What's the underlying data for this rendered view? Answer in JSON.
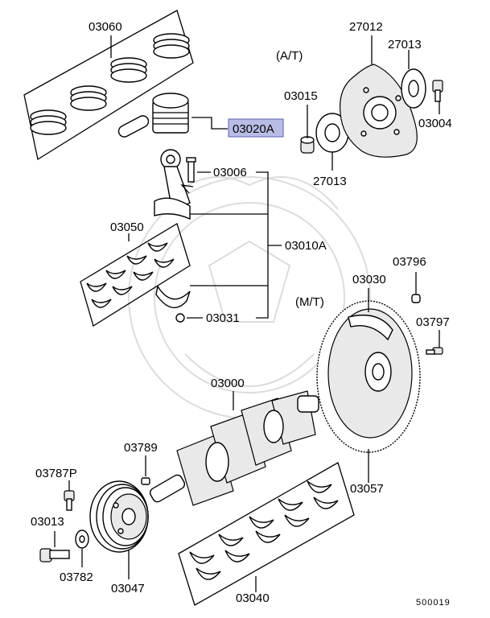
{
  "labels": {
    "p03060": "03060",
    "p03020A": "03020A",
    "p03006": "03006",
    "p03010A": "03010A",
    "p03050": "03050",
    "p03031": "03031",
    "p03015": "03015",
    "p27012": "27012",
    "p27013a": "27013",
    "p27013b": "27013",
    "p03004": "03004",
    "p03796": "03796",
    "p03030": "03030",
    "p03797": "03797",
    "p03000": "03000",
    "p03789": "03789",
    "p03787P": "03787P",
    "p03013": "03013",
    "p03782": "03782",
    "p03047": "03047",
    "p03040": "03040",
    "p03057": "03057"
  },
  "variants": {
    "at": "(A/T)",
    "mt": "(M/T)"
  },
  "highlighted_part": "03020A",
  "highlight_color": "#b9bde6",
  "diagram_code": "500019"
}
